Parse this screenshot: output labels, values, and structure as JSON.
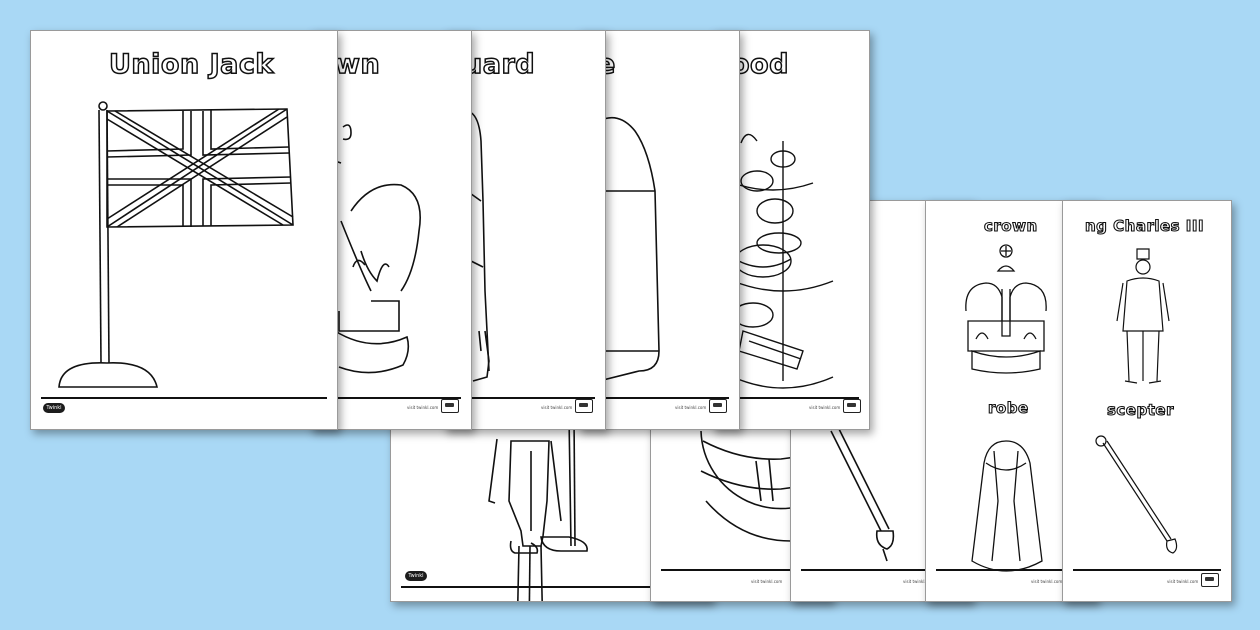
{
  "background_color": "#a9d8f5",
  "back_row": {
    "sheets": [
      {
        "name": "king-charles-soldier-sheet",
        "title": ""
      },
      {
        "name": "orb-sheet",
        "title": ""
      },
      {
        "name": "scepter-rod-sheet",
        "title": ""
      },
      {
        "name": "crown-robe-sheet",
        "labels": [
          "crown",
          "robe"
        ]
      },
      {
        "name": "king-charles-scepter-sheet",
        "labels": [
          "King Charles III",
          "scepter"
        ]
      }
    ]
  },
  "front_row": {
    "sheets": [
      {
        "name": "union-jack-sheet",
        "title": "Union Jack"
      },
      {
        "name": "crown-sheet",
        "title": "Crown"
      },
      {
        "name": "guard-sheet",
        "title": "Guard"
      },
      {
        "name": "phone-box-sheet",
        "title": "e"
      },
      {
        "name": "food-sheet",
        "title": "Food"
      }
    ]
  },
  "titles": {
    "union_jack": "Union Jack",
    "crown_partial": "wn",
    "guard_partial": "uard",
    "e_partial": "e",
    "food_partial": "ood",
    "crown_label": "crown",
    "robe_label": "robe",
    "king_label": "ng Charles III",
    "scepter_label": "scepter"
  },
  "footer": {
    "url_text": "visit twinkl.com",
    "badge_text": "Twinkl"
  }
}
